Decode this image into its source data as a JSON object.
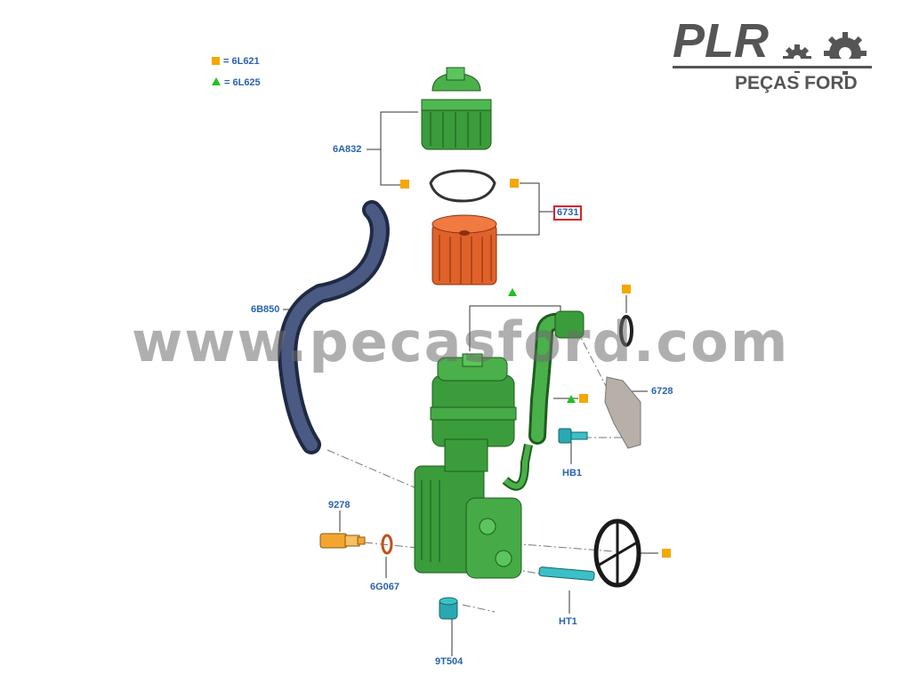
{
  "legend": [
    {
      "symbol": "square",
      "text": "= 6L621"
    },
    {
      "symbol": "triangle",
      "text": "= 6L625"
    }
  ],
  "logo": {
    "main": "PLR",
    "sub": "PEÇAS FORD"
  },
  "watermark": "www.pecasford.com",
  "labels": {
    "cap": "6A832",
    "filter": "6731",
    "hose": "6B850",
    "bracket": "6728",
    "bolt": "HB1",
    "sender": "9278",
    "oring": "6G067",
    "stud": "HT1",
    "nut": "9T504"
  },
  "colors": {
    "label": "#2a62b0",
    "square_marker": "#f5a800",
    "triangle_marker": "#22c022",
    "housing": "#2e9a32",
    "filter": "#e0622a",
    "hose": "#3a4a6a",
    "teal_part": "#2aa8b0",
    "sender": "#f2a630",
    "highlight_border": "#d8202a"
  }
}
